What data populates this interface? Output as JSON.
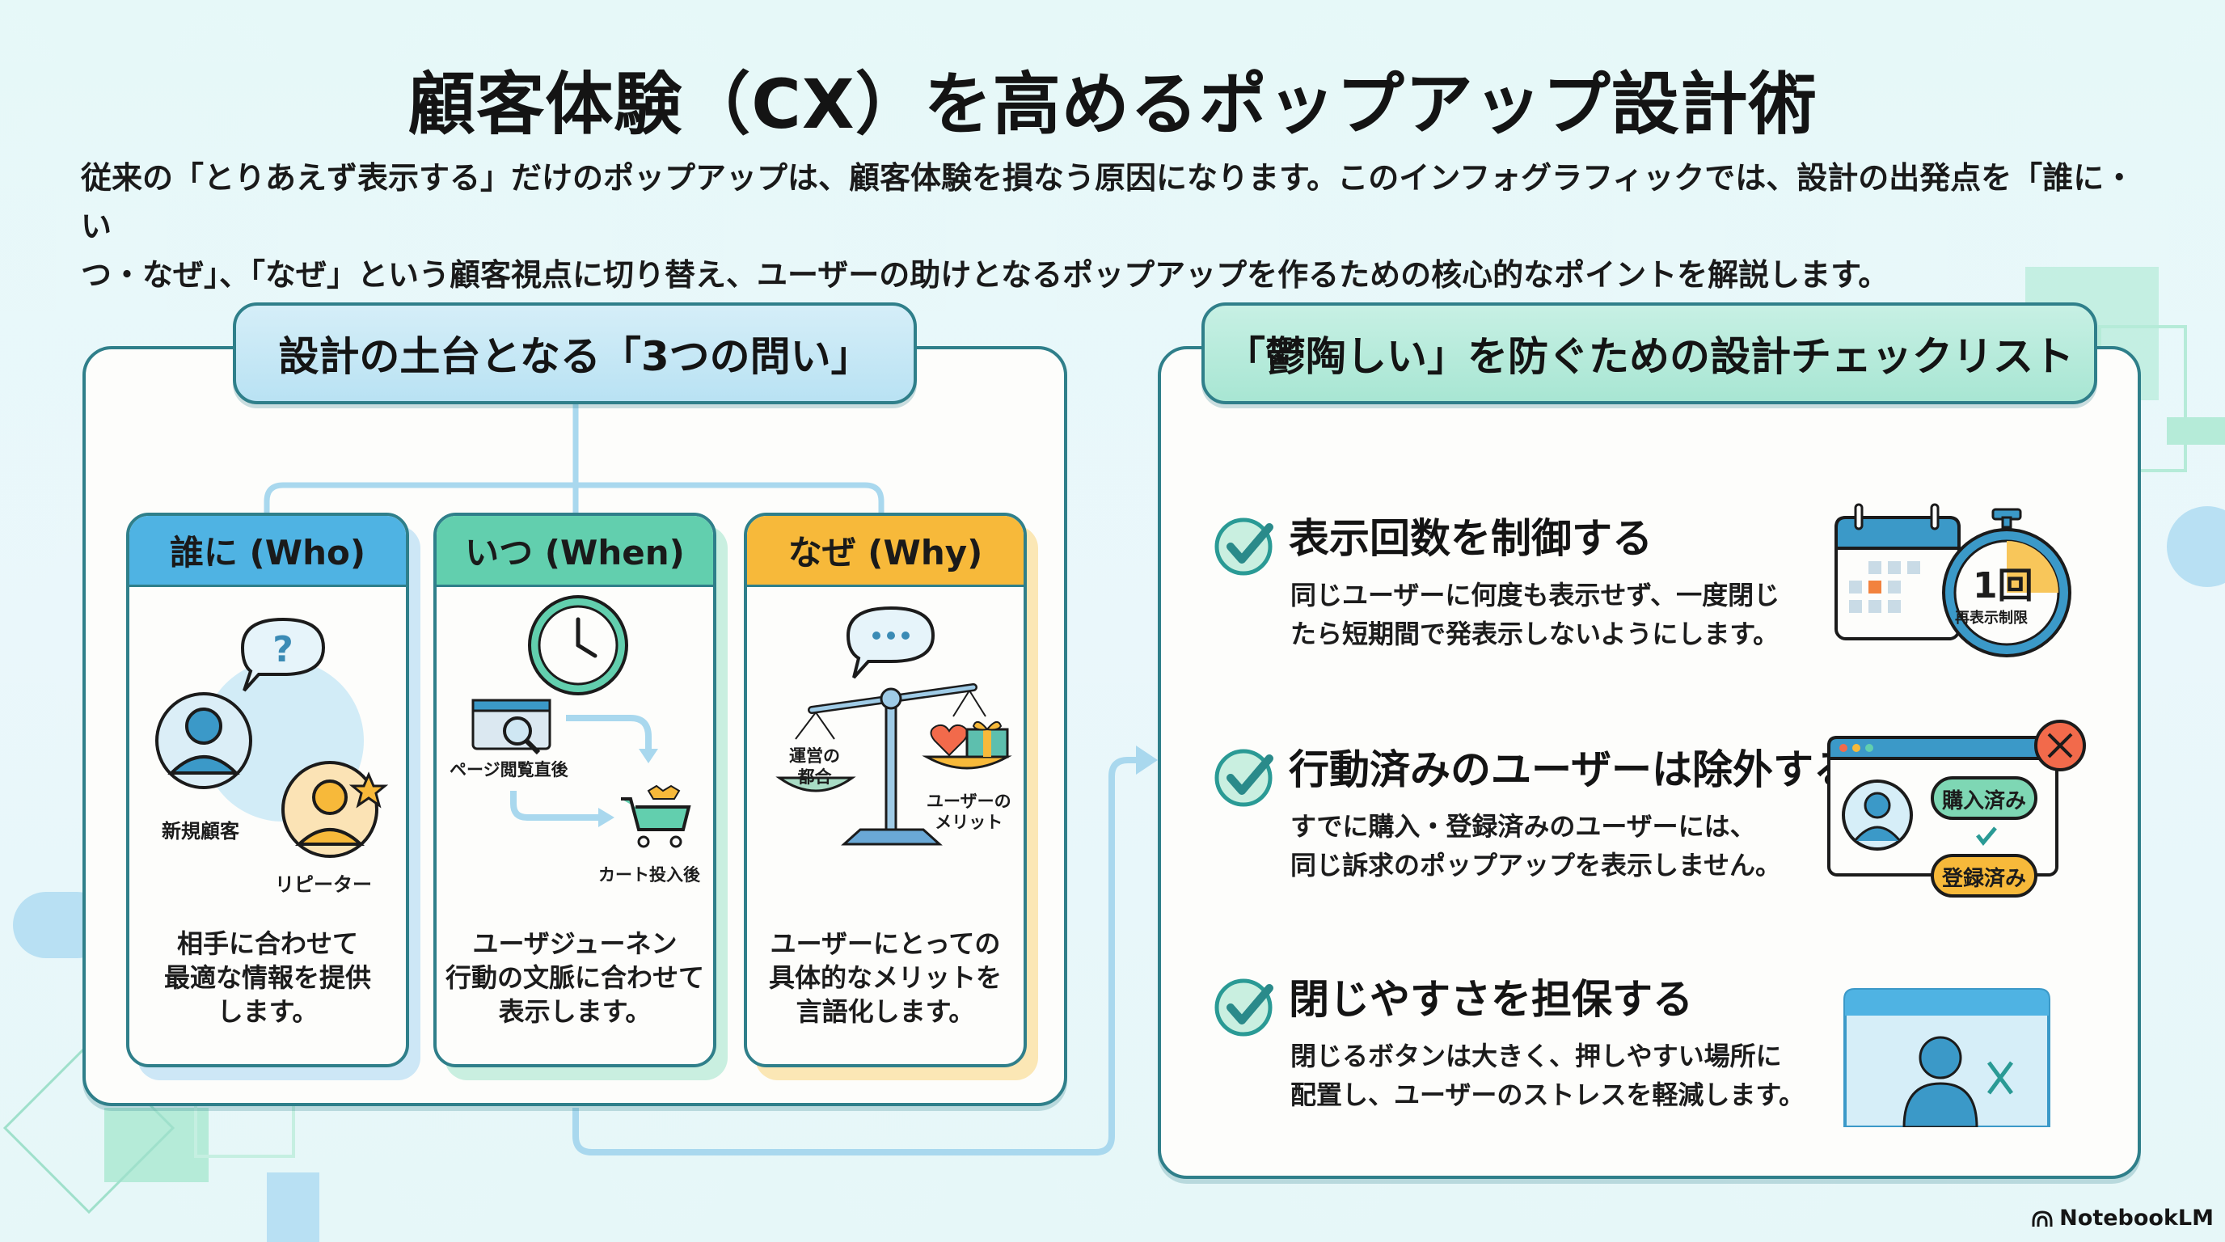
{
  "header": {
    "title": "顧客体験（CX）を高めるポップアップ設計術",
    "intro_line1": "従来の「とりあえず表示する」だけのポップアップは、顧客体験を損なう原因になります。このインフォグラフィックでは、設計の出発点を「誰に・い",
    "intro_line2": "つ・なぜ」、「なぜ」という顧客視点に切り替え、ユーザーの助けとなるポップアップを作るための核心的なポイントを解説します。"
  },
  "left_panel": {
    "title": "設計の土台となる「3つの問い」",
    "cards": [
      {
        "heading": "誰に (Who)",
        "color": "#4fb3e3",
        "shadow_color": "#cde7f6",
        "labels": [
          "新規顧客",
          "リピーター"
        ],
        "icon_bubble": "?",
        "desc_lines": [
          "相手に合わせて",
          "最適な情報を提供",
          "します。"
        ]
      },
      {
        "heading": "いつ (When)",
        "color": "#62cfae",
        "shadow_color": "#c9efe0",
        "labels": [
          "ページ閲覧直後",
          "カート投入後"
        ],
        "desc_lines": [
          "ユーザジューネン",
          "行動の文脈に合わせて",
          "表示します。"
        ]
      },
      {
        "heading": "なぜ (Why)",
        "color": "#f7b93a",
        "shadow_color": "#fbe7b5",
        "labels": [
          "運営の",
          "都合",
          "ユーザーの",
          "メリット"
        ],
        "icon_bubble": "•••",
        "desc_lines": [
          "ユーザーにとっての",
          "具体的なメリットを",
          "言語化します。"
        ]
      }
    ]
  },
  "right_panel": {
    "title": "「鬱陶しい」を防ぐための設計チェックリスト",
    "items": [
      {
        "title": "表示回数を制御する",
        "desc_lines": [
          "同じユーザーに何度も表示せず、一度閉じ",
          "たら短期間で発表示しないようにします。"
        ],
        "illus_text_main": "1回",
        "illus_text_sub": "再表示制限"
      },
      {
        "title": "行動済みのユーザーは除外する",
        "desc_lines": [
          "すでに購入・登録済みのユーザーには、",
          "同じ訴求のポップアップを表示しません。"
        ],
        "badge_purchased": "購入済み",
        "badge_registered": "登録済み"
      },
      {
        "title": "閉じやすさを担保する",
        "desc_lines": [
          "閉じるボタンは大きく、押しやすい場所に",
          "配置し、ユーザーのストレスを軽減します。"
        ]
      }
    ]
  },
  "colors": {
    "border": "#2f7f8a",
    "blue": "#4fb3e3",
    "green": "#62cfae",
    "yellow": "#f7b93a",
    "red": "#f26a4b",
    "check": "#2a9a95"
  },
  "watermark": {
    "label": "NotebookLM"
  }
}
